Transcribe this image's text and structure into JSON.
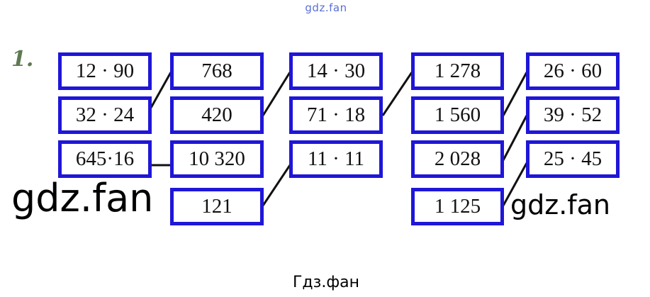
{
  "watermark_top": "gdz.fan",
  "task_number": "1.",
  "columns": [
    [
      "12 · 90",
      "32 · 24",
      "645·16"
    ],
    [
      "768",
      "420",
      "10 320",
      "121"
    ],
    [
      "14 · 30",
      "71 · 18",
      "11 · 11"
    ],
    [
      "1 278",
      "1 560",
      "2 028",
      "1 125"
    ],
    [
      "26 · 60",
      "39 · 52",
      "25 · 45"
    ]
  ],
  "watermark_left": "gdz.fan",
  "watermark_right": "gdz.fan",
  "watermark_bottom": "Гдз.фан",
  "colors": {
    "box_border": "#1f16d8",
    "watermark_top": "#5a6fd6"
  }
}
